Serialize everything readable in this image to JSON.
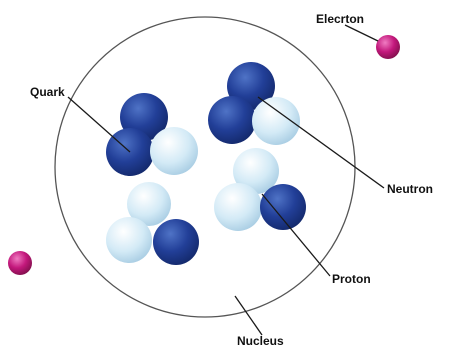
{
  "labels": {
    "quark": "Quark",
    "electron": "Elecrton",
    "neutron": "Neutron",
    "proton": "Proton",
    "nucleus": "Nucleus"
  },
  "colors": {
    "dark_quark": "#1f3e95",
    "light_quark": "#d6ecf7",
    "electron": "#c3187c",
    "nucleus_outline": "#555555"
  }
}
